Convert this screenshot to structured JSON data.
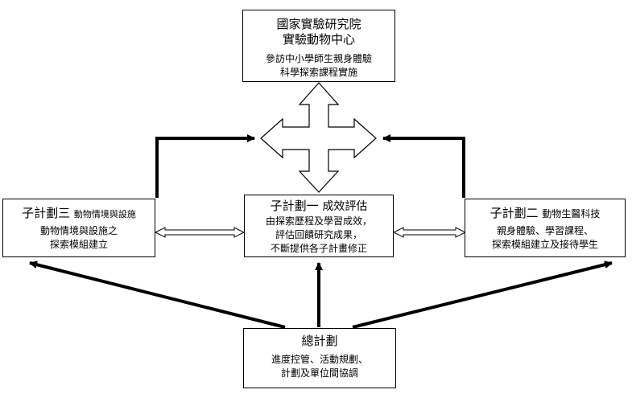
{
  "top": {
    "title_line1": "國家實驗研究院",
    "title_line2": "實驗動物中心",
    "desc_line1": "參訪中小學師生親身體驗",
    "desc_line2": "科學探索課程實施"
  },
  "center": {
    "title_main": "子計劃一",
    "title_sub": "成效評估",
    "desc_line1": "由探索歷程及學習成效，",
    "desc_line2": "評估回饋研究成果，",
    "desc_line3": "不斷提供各子計畫修正"
  },
  "left": {
    "title_main": "子計劃三",
    "title_sub": "動物情境與設施",
    "desc_line1": "動物情境與設施之",
    "desc_line2": "探索模組建立"
  },
  "right": {
    "title_main": "子計劃二",
    "title_sub": "動物生醫科技",
    "desc_line1": "親身體驗、學習課程、",
    "desc_line2": "探索模組建立及接待學生"
  },
  "bottom": {
    "title": "總計劃",
    "desc_line1": "進度控管、活動規劃、",
    "desc_line2": "計劃及單位間協調"
  }
}
